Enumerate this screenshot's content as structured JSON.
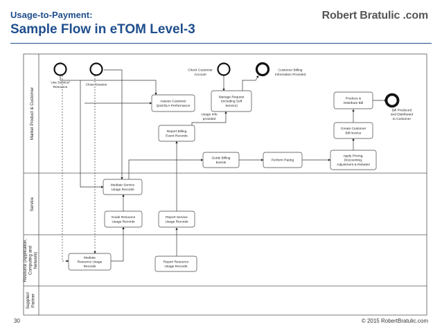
{
  "header": {
    "subtitle": "Usage-to-Payment:",
    "title": "Sample Flow in eTOM Level-3",
    "brand": "Robert Bratulic .com"
  },
  "footer": {
    "page_number": "30",
    "copyright": "© 2015 RobertBratulic.com"
  },
  "diagram": {
    "lanes": [
      {
        "id": "market",
        "label": "Market Product & Customer"
      },
      {
        "id": "service",
        "label": "Service"
      },
      {
        "id": "resource",
        "label": [
          "Resource (Application,",
          "Computing and",
          "Network)"
        ]
      },
      {
        "id": "supplier",
        "label": [
          "Supplier/",
          "Partner"
        ]
      }
    ],
    "events": [
      {
        "id": "use",
        "label": [
          "Use Service/",
          "Resource"
        ],
        "kind": "start"
      },
      {
        "id": "close",
        "label": [
          "Close Session"
        ],
        "kind": "start"
      },
      {
        "id": "check",
        "label": [
          "Check Customer",
          "Account"
        ],
        "kind": "start"
      },
      {
        "id": "billinfo",
        "label": [
          "Customer Billing",
          "Information Provided"
        ],
        "kind": "intermediate"
      },
      {
        "id": "end",
        "label": [
          "Bill Produced",
          "and Distributed",
          "to Customer"
        ],
        "kind": "end"
      }
    ],
    "activities": [
      {
        "id": "assess",
        "label": [
          "Assess Customer",
          "QoS/SLA Performance"
        ]
      },
      {
        "id": "manage",
        "label": [
          "Manage Request",
          "(Including Self",
          "Service)"
        ]
      },
      {
        "id": "produce",
        "label": [
          "Produce &",
          "Distribute Bill"
        ]
      },
      {
        "id": "reportbill",
        "label": [
          "Report Billing",
          "Event Records"
        ]
      },
      {
        "id": "create",
        "label": [
          "Create Customer",
          "Bill Invoice"
        ]
      },
      {
        "id": "guidebill",
        "label": [
          "Guide Billing",
          "Events"
        ]
      },
      {
        "id": "rating",
        "label": [
          "Perform Rating"
        ]
      },
      {
        "id": "apply",
        "label": [
          "Apply Pricing,",
          "Discounting,",
          "Adjustment & Rebates"
        ]
      },
      {
        "id": "mediatesvc",
        "label": [
          "Mediate Service",
          "Usage Records"
        ]
      },
      {
        "id": "guideres",
        "label": [
          "Guide Resource",
          "Usage Records"
        ]
      },
      {
        "id": "reportsvc",
        "label": [
          "Report Service",
          "Usage Records"
        ]
      },
      {
        "id": "mediateres",
        "label": [
          "Mediate",
          "Resource Usage",
          "Records"
        ]
      },
      {
        "id": "reportres",
        "label": [
          "Report Resource",
          "Usage Records"
        ]
      }
    ],
    "annotations": [
      {
        "id": "usage_info",
        "label": [
          "Usage Info",
          "provided"
        ]
      }
    ]
  }
}
